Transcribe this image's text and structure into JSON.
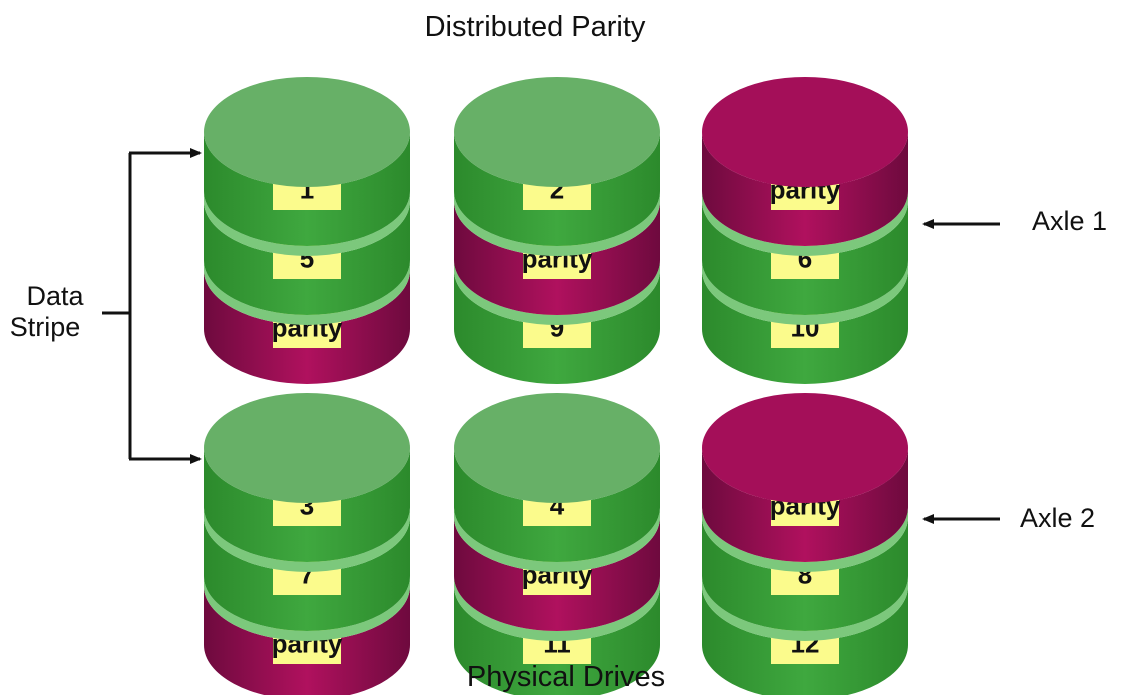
{
  "title": "Distributed Parity",
  "footer": "Physical Drives",
  "left_label": {
    "line1": "Data",
    "line2": "Stripe"
  },
  "axles": [
    {
      "label": "Axle 1"
    },
    {
      "label": "Axle 2"
    }
  ],
  "colors": {
    "data_dark": "#2c8a2c",
    "data_light": "#3fa83f",
    "data_top": "#67b067",
    "parity_dark": "#6e0a3e",
    "parity_light": "#b0115e",
    "parity_top": "#a40f59",
    "label_fill": "#fbfb8c",
    "separator": "#7cc87c",
    "line": "#111111"
  },
  "drives": [
    {
      "row": 1,
      "col": 1,
      "top": "data",
      "segments": [
        {
          "label": "1",
          "kind": "data"
        },
        {
          "label": "5",
          "kind": "data"
        },
        {
          "label": "parity",
          "kind": "parity"
        }
      ]
    },
    {
      "row": 1,
      "col": 2,
      "top": "data",
      "segments": [
        {
          "label": "2",
          "kind": "data"
        },
        {
          "label": "parity",
          "kind": "parity"
        },
        {
          "label": "9",
          "kind": "data"
        }
      ]
    },
    {
      "row": 1,
      "col": 3,
      "top": "parity",
      "segments": [
        {
          "label": "parity",
          "kind": "parity"
        },
        {
          "label": "6",
          "kind": "data"
        },
        {
          "label": "10",
          "kind": "data"
        }
      ]
    },
    {
      "row": 2,
      "col": 1,
      "top": "data",
      "segments": [
        {
          "label": "3",
          "kind": "data"
        },
        {
          "label": "7",
          "kind": "data"
        },
        {
          "label": "parity",
          "kind": "parity"
        }
      ]
    },
    {
      "row": 2,
      "col": 2,
      "top": "data",
      "segments": [
        {
          "label": "4",
          "kind": "data"
        },
        {
          "label": "parity",
          "kind": "parity"
        },
        {
          "label": "11",
          "kind": "data"
        }
      ]
    },
    {
      "row": 2,
      "col": 3,
      "top": "parity",
      "segments": [
        {
          "label": "parity",
          "kind": "parity"
        },
        {
          "label": "8",
          "kind": "data"
        },
        {
          "label": "12",
          "kind": "data"
        }
      ]
    }
  ]
}
